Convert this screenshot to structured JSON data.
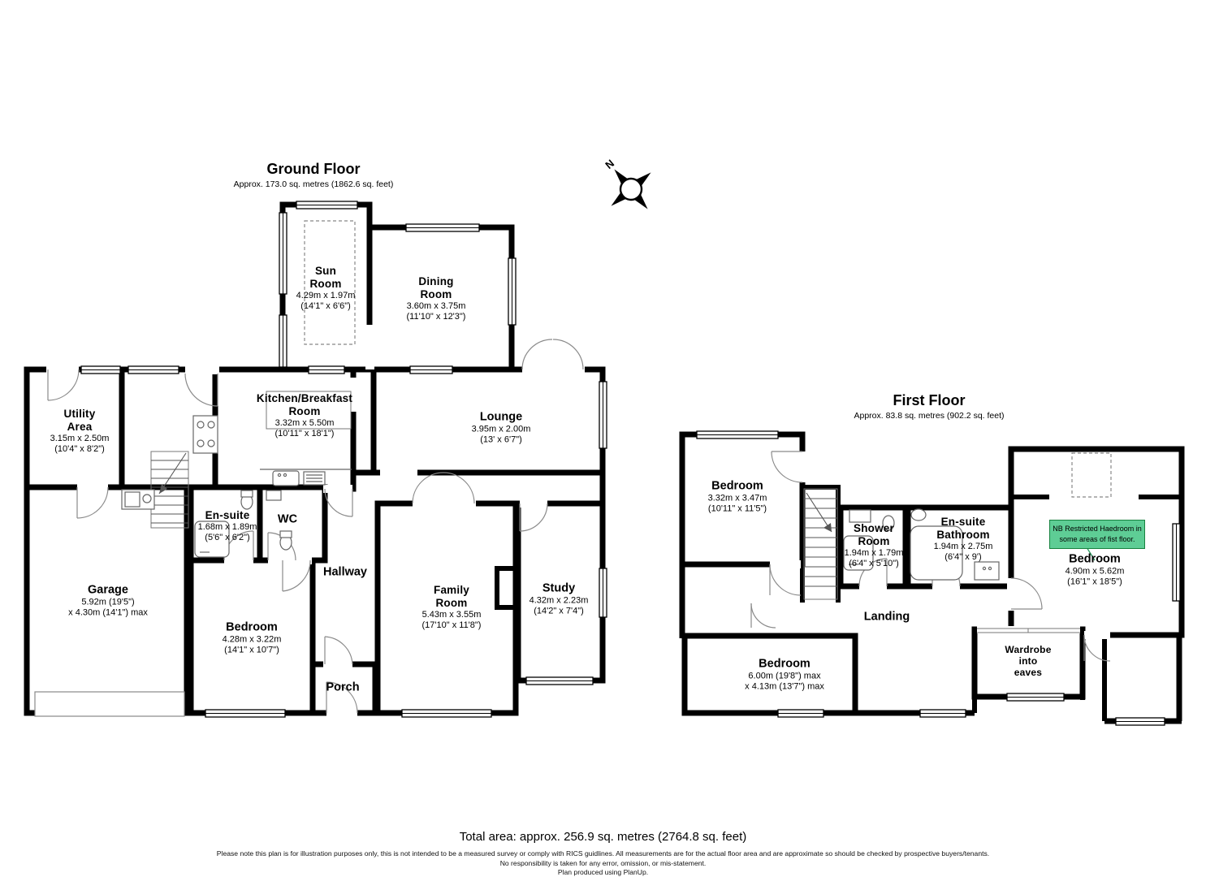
{
  "colors": {
    "wall": "#000000",
    "door_arc": "#8a8a8a",
    "fixture": "#666666",
    "note_bg": "#5ecd95",
    "note_border": "#17823f"
  },
  "compass": {
    "north": "N"
  },
  "ground_floor": {
    "title": "Ground Floor",
    "subtitle": "Approx. 173.0 sq. metres (1862.6 sq. feet)",
    "rooms": {
      "sun_room": {
        "name1": "Sun",
        "name2": "Room",
        "dim1": "4.29m x 1.97m",
        "dim2": "(14'1\" x 6'6\")"
      },
      "dining_room": {
        "name1": "Dining",
        "name2": "Room",
        "dim1": "3.60m x 3.75m",
        "dim2": "(11'10\" x 12'3\")"
      },
      "utility_area": {
        "name1": "Utility",
        "name2": "Area",
        "dim1": "3.15m x 2.50m",
        "dim2": "(10'4\" x 8'2\")"
      },
      "kitchen": {
        "name1": "Kitchen/Breakfast",
        "name2": "Room",
        "dim1": "3.32m x 5.50m",
        "dim2": "(10'11\" x 18'1\")"
      },
      "lounge": {
        "name1": "Lounge",
        "dim1": "3.95m x 2.00m",
        "dim2": "(13' x 6'7\")"
      },
      "garage": {
        "name1": "Garage",
        "dim1": "5.92m (19'5\")",
        "dim2": "x 4.30m (14'1\") max"
      },
      "en_suite": {
        "name1": "En-suite",
        "dim1": "1.68m x 1.89m",
        "dim2": "(5'6\" x 6'2\")"
      },
      "wc": {
        "name1": "WC"
      },
      "bedroom": {
        "name1": "Bedroom",
        "dim1": "4.28m x 3.22m",
        "dim2": "(14'1\" x 10'7\")"
      },
      "hallway": {
        "name1": "Hallway"
      },
      "porch": {
        "name1": "Porch"
      },
      "family_room": {
        "name1": "Family",
        "name2": "Room",
        "dim1": "5.43m x 3.55m",
        "dim2": "(17'10\" x 11'8\")"
      },
      "study": {
        "name1": "Study",
        "dim1": "4.32m x 2.23m",
        "dim2": "(14'2\" x 7'4\")"
      }
    }
  },
  "first_floor": {
    "title": "First Floor",
    "subtitle": "Approx. 83.8 sq. metres (902.2 sq. feet)",
    "rooms": {
      "bedroom_top_left": {
        "name1": "Bedroom",
        "dim1": "3.32m x 3.47m",
        "dim2": "(10'11\" x 11'5\")"
      },
      "shower_room": {
        "name1": "Shower",
        "name2": "Room",
        "dim1": "1.94m x 1.79m",
        "dim2": "(6'4\" x 5'10\")"
      },
      "en_suite_bathroom": {
        "name1": "En-suite",
        "name2": "Bathroom",
        "dim1": "1.94m x 2.75m",
        "dim2": "(6'4\" x 9')"
      },
      "bedroom_right": {
        "name1": "Bedroom",
        "dim1": "4.90m x 5.62m",
        "dim2": "(16'1\" x 18'5\")"
      },
      "bedroom_bottom": {
        "name1": "Bedroom",
        "dim1": "6.00m (19'8\") max",
        "dim2": "x 4.13m (13'7\") max"
      },
      "landing": {
        "name1": "Landing"
      },
      "wardrobe": {
        "name1": "Wardrobe",
        "name2": "into",
        "name3": "eaves"
      }
    },
    "note": {
      "line1": "NB Restricted Haedroom in",
      "line2": "some areas of fist floor."
    }
  },
  "footer": {
    "total_area": "Total area: approx. 256.9 sq. metres (2764.8 sq. feet)",
    "disclaimer_line1": "Please note this plan is for illustration purposes only, this is not intended to be a measured survey or comply with RICS guidlines. All measurements are for the actual floor area and are approximate so should be checked by prospective buyers/tenants.",
    "disclaimer_line2": "No responsibility is taken for any error, omission, or mis-statement.",
    "disclaimer_line3": "Plan produced using PlanUp."
  }
}
